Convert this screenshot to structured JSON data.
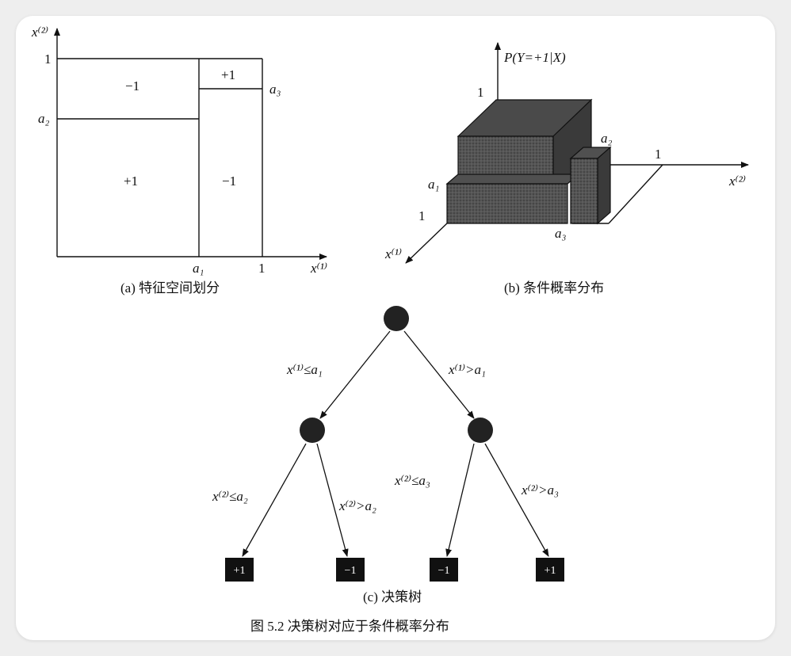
{
  "panel_a": {
    "y_axis_label": "x⁽²⁾",
    "x_axis_label": "x⁽¹⁾",
    "tick_y_1": "1",
    "tick_y_a2": "a₂",
    "tick_x_a1": "a₁",
    "tick_x_1": "1",
    "label_a3": "a₃",
    "region_top_left": "−1",
    "region_top_right": "+1",
    "region_bottom_left": "+1",
    "region_bottom_right": "−1",
    "caption": "(a) 特征空间划分"
  },
  "panel_b": {
    "vertical_axis_label": "P(Y=+1|X)",
    "axis_x2_label": "x⁽²⁾",
    "axis_x1_label": "x⁽¹⁾",
    "tick_vertical_1": "1",
    "tick_a1": "a₁",
    "tick_1_left": "1",
    "tick_a2": "a₂",
    "tick_1_right": "1",
    "tick_a3": "a₃",
    "caption": "(b) 条件概率分布"
  },
  "panel_c": {
    "edge_root_left": "x⁽¹⁾≤a₁",
    "edge_root_right": "x⁽¹⁾>a₁",
    "edge_left_left": "x⁽²⁾≤a₂",
    "edge_left_right": "x⁽²⁾>a₂",
    "edge_right_left": "x⁽²⁾≤a₃",
    "edge_right_right": "x⁽²⁾>a₃",
    "leaves": [
      "+1",
      "−1",
      "−1",
      "+1"
    ],
    "caption": "(c) 决策树"
  },
  "figure_caption": "图 5.2    决策树对应于条件概率分布"
}
